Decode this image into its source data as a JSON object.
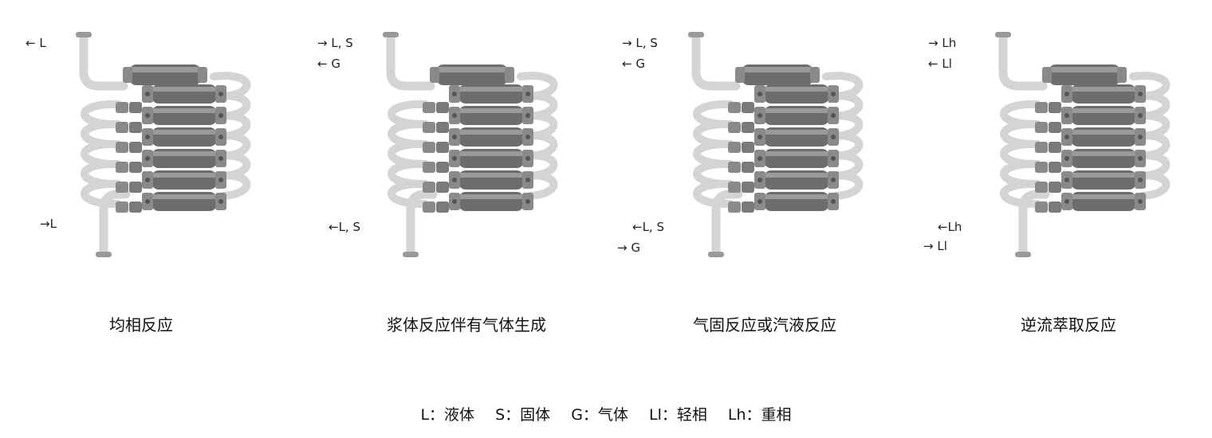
{
  "panels": [
    {
      "caption": "均相反应",
      "flows": [
        "← L",
        "→L"
      ]
    },
    {
      "caption": "浆体反应伴有气体生成",
      "flows": [
        "→ L, S",
        "← G",
        "←L, S"
      ]
    },
    {
      "caption": "气固反应或汽液反应",
      "flows": [
        "→ L, S",
        "← G",
        "←L, S",
        "→ G"
      ]
    },
    {
      "caption": "逆流萃取反应",
      "flows": [
        "→ Lh",
        "← Ll",
        "←Lh",
        "→ Ll"
      ]
    }
  ],
  "legend": [
    "L：液体",
    "S：固体",
    "G：气体",
    "Ll：轻相",
    "Lh：重相"
  ],
  "colors": {
    "tube": "#6d6d6d",
    "tube_light": "#9a9a9a",
    "bend": "#d4d4d4",
    "flange": "#8a8a8a"
  }
}
